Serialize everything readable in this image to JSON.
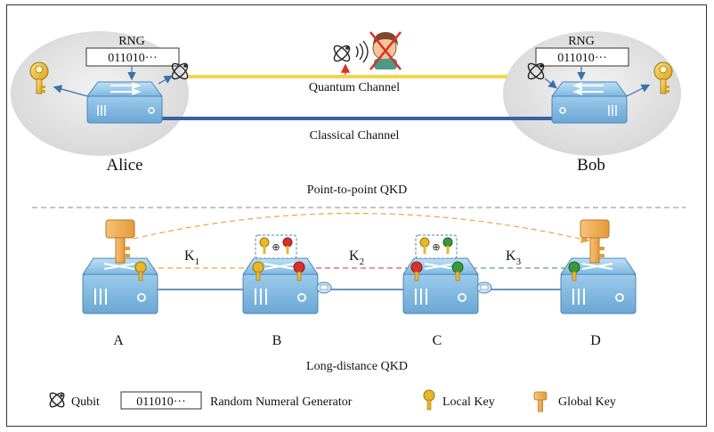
{
  "top": {
    "rng_label_left": "RNG",
    "rng_value_left": "011010···",
    "rng_label_right": "RNG",
    "rng_value_right": "011010···",
    "quantum_channel": "Quantum Channel",
    "classical_channel": "Classical Channel",
    "alice": "Alice",
    "bob": "Bob",
    "section_title": "Point-to-point QKD"
  },
  "bottom": {
    "k1": "K",
    "k1_sub": "1",
    "k2": "K",
    "k2_sub": "2",
    "k3": "K",
    "k3_sub": "3",
    "nodes": [
      "A",
      "B",
      "C",
      "D"
    ],
    "section_title": "Long-distance QKD"
  },
  "legend": {
    "qubit": "Qubit",
    "rng_sample": "011010···",
    "rng_desc": "Random Numeral Generator",
    "local_key": "Local Key",
    "global_key": "Global Key"
  },
  "colors": {
    "quantum_line": "#f5d547",
    "classical_line": "#3a5fa8",
    "device": "#8fc3e8",
    "ellipse": "#e4e4e4",
    "key_gold": "#e8b72a",
    "key_orange": "#f2b35a",
    "key_red": "#d9312b",
    "key_green": "#3a9a3a",
    "dashed_orange": "#e8a838",
    "dashed_red": "#e05a50",
    "dashed_green": "#5aa85a"
  }
}
